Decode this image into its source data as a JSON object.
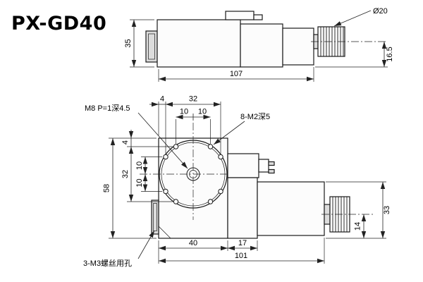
{
  "title": "PX-GD40",
  "side_view": {
    "dim_height": "35",
    "dim_length": "107",
    "dim_knob_diameter": "Ø20",
    "dim_knob_axis_height": "16.5"
  },
  "plan_view": {
    "top": {
      "edge_offset": "4",
      "hole_span": "32",
      "pitch_left": "10",
      "pitch_right": "10"
    },
    "left": {
      "edge_offset": "4",
      "hole_span": "32",
      "pitch_upper": "10",
      "pitch_lower": "10",
      "overall_height": "58"
    },
    "bottom": {
      "plate_width": "40",
      "bracket_width": "17",
      "overall_length": "101"
    },
    "right": {
      "motor_height": "33",
      "knob_axis_height": "14"
    },
    "labels": {
      "center_thread": "M8 P=1深4.5",
      "pattern_holes": "8-M2深5",
      "mount_holes": "3-M3螺丝用孔"
    }
  }
}
